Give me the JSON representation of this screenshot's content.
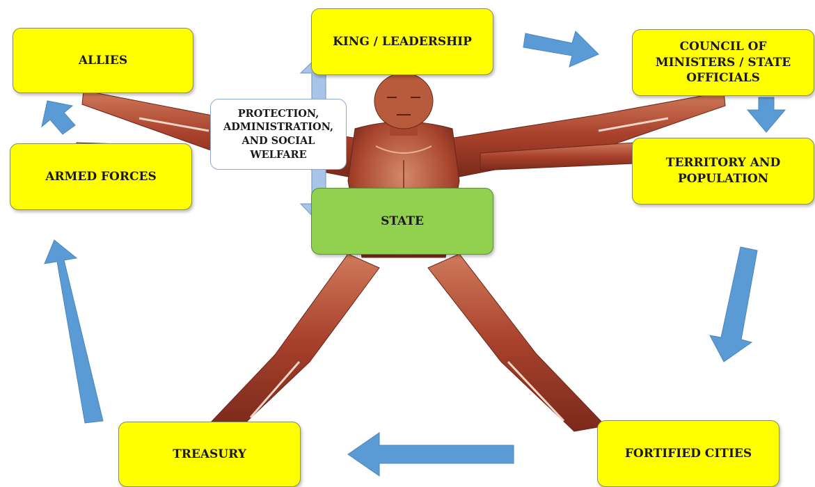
{
  "nodes": {
    "allies": "ALLIES",
    "king": "KING / LEADERSHIP",
    "council": "COUNCIL OF MINISTERS / STATE OFFICIALS",
    "armed": "ARMED FORCES",
    "territory": "TERRITORY AND POPULATION",
    "state": "STATE",
    "treasury": "TREASURY",
    "fortified": "FORTIFIED CITIES"
  },
  "functions_note": "PROTECTION, ADMINISTRATION, AND SOCIAL WELFARE",
  "colors": {
    "node_fill": "#ffff00",
    "state_fill": "#92d050",
    "arrow": "#5b9bd5",
    "double_arrow": "#a8c4e8",
    "figure_skin": "#b5503a"
  },
  "central_figure": "human-anatomy-figure"
}
